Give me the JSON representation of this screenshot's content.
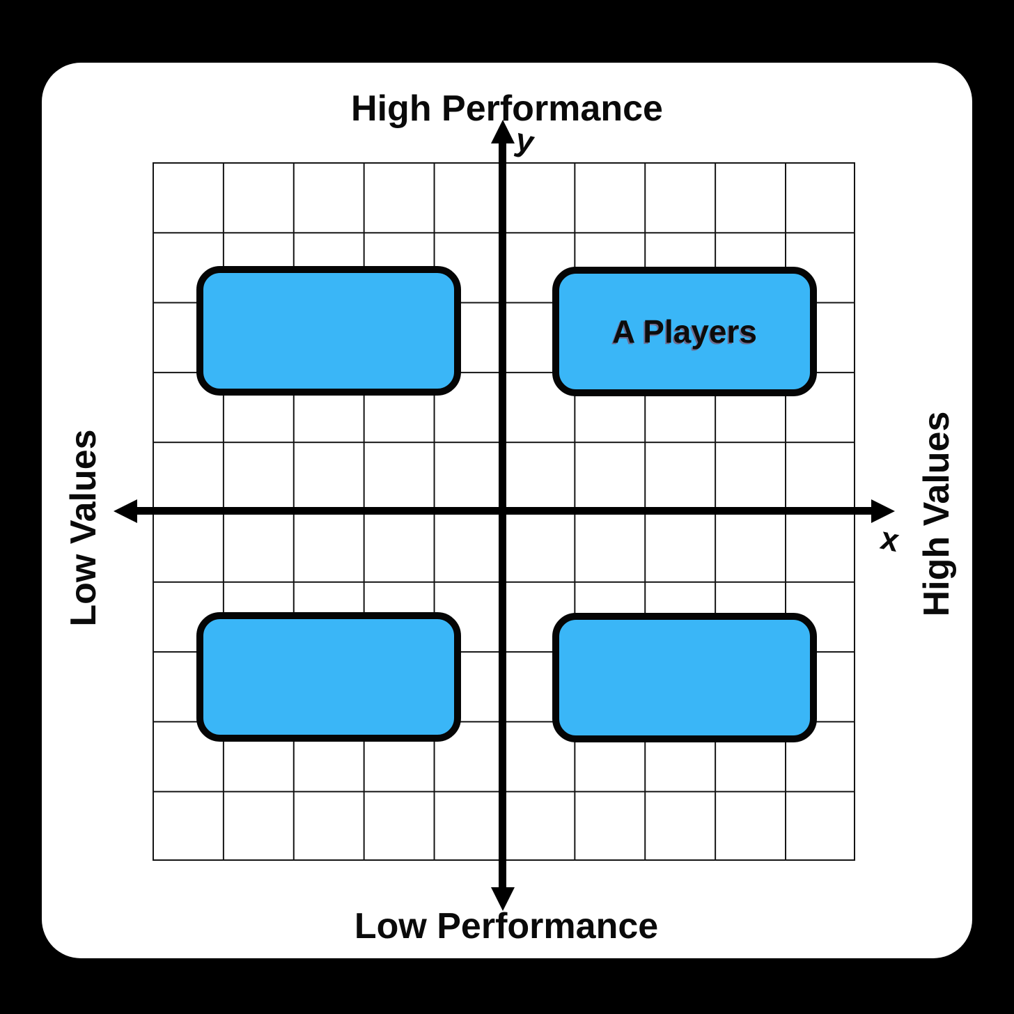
{
  "diagram": {
    "type": "quadrant-matrix",
    "axes": {
      "top_label": "High Performance",
      "bottom_label": "Low Performance",
      "left_label": "Low Values",
      "right_label": "High Values",
      "y_axis_symbol": "y",
      "x_axis_symbol": "x"
    },
    "grid": {
      "rows": 10,
      "cols": 10
    },
    "quadrants": [
      {
        "position": "top-left",
        "label": ""
      },
      {
        "position": "top-right",
        "label": "A Players"
      },
      {
        "position": "bottom-left",
        "label": ""
      },
      {
        "position": "bottom-right",
        "label": ""
      }
    ],
    "colors": {
      "background": "#000000",
      "sheet": "#ffffff",
      "grid_line": "#141414",
      "axis": "#000000",
      "box_fill": "#3ab6f7",
      "box_border": "#050505",
      "text": "#0a0a0a",
      "label_shadow": "#af1414"
    }
  }
}
